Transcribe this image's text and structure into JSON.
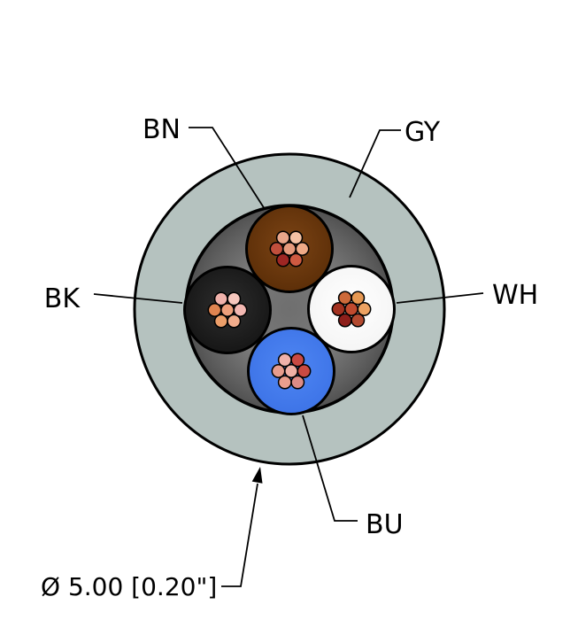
{
  "labels": {
    "bn": "BN",
    "gy": "GY",
    "bk": "BK",
    "wh": "WH",
    "bu": "BU",
    "dimension": "Ø 5.00 [0.20\"]"
  },
  "colors": {
    "background": "#ffffff",
    "outline": "#000000",
    "jacket": "#b5c2bf",
    "bedding_center": "#6f6f6f",
    "bedding_mid": "#7a7a7a",
    "bedding_outer": "#5f5f5f",
    "bedding_edge": "#515151",
    "leader_line": "#000000"
  },
  "conductors": [
    {
      "id": "bn",
      "label": "BN",
      "insulation": "brown",
      "fill_center": "#7c4415",
      "fill_edge": "#5a2d07",
      "strands": [
        "#e59a7c",
        "#efaa87",
        "#f5c2a4",
        "#e9a68a",
        "#c14f3c",
        "#9e2623",
        "#ce5a41"
      ]
    },
    {
      "id": "wh",
      "label": "WH",
      "insulation": "white",
      "fill_center": "#ffffff",
      "fill_edge": "#f4f4f4",
      "strands": [
        "#c04a2e",
        "#eda262",
        "#e69852",
        "#cd6a3a",
        "#a23120",
        "#8d1f1b",
        "#b34a30"
      ]
    },
    {
      "id": "bu",
      "label": "BU",
      "insulation": "blue",
      "fill_center": "#4e86f3",
      "fill_edge": "#3c72e6",
      "strands": [
        "#f0b0a5",
        "#ca4a42",
        "#c94943",
        "#efb1aa",
        "#e79c8c",
        "#ea9e8d",
        "#de8c86"
      ]
    },
    {
      "id": "bk",
      "label": "BK",
      "insulation": "black",
      "fill_center": "#2e2e2e",
      "fill_edge": "#141414",
      "strands": [
        "#ee9f7b",
        "#f3b8b2",
        "#f6c7bd",
        "#f0b2ab",
        "#e08450",
        "#ec9e69",
        "#f2ad8c"
      ]
    }
  ]
}
